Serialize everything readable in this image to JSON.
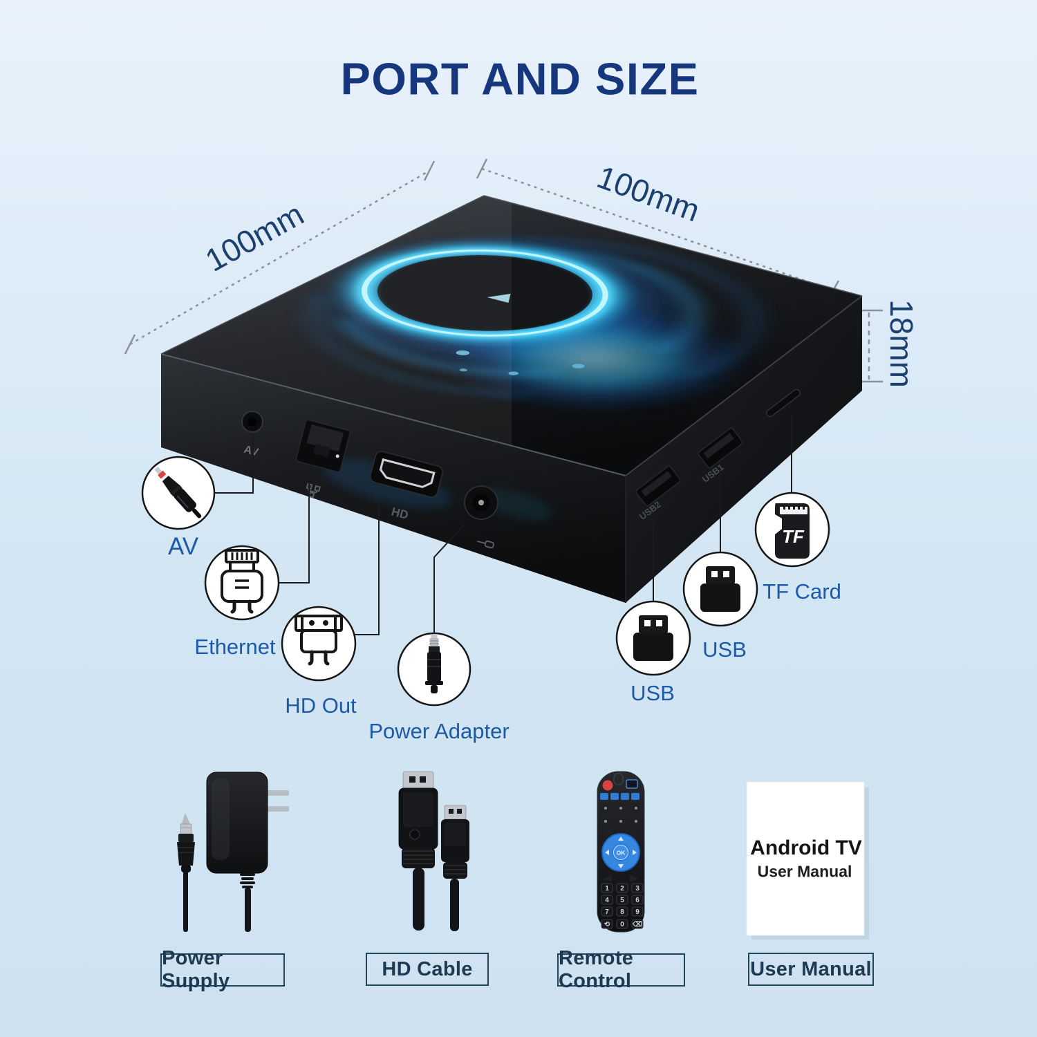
{
  "title": "PORT AND SIZE",
  "dimensions": {
    "left": "100mm",
    "right": "100mm",
    "height": "18mm"
  },
  "ports": {
    "av": {
      "label": "AV",
      "engraving": "AV"
    },
    "ethernet": {
      "label": "Ethernet"
    },
    "hd_out": {
      "label": "HD Out",
      "engraving": "HD"
    },
    "power": {
      "label": "Power Adapter"
    },
    "usb2": {
      "label": "USB",
      "engraving": "USB2"
    },
    "usb1": {
      "label": "USB",
      "engraving": "USB1"
    },
    "tf": {
      "label": "TF Card",
      "card_text": "TF"
    }
  },
  "accessories": {
    "power_supply": {
      "label": "Power Supply"
    },
    "hd_cable": {
      "label": "HD Cable"
    },
    "remote": {
      "label": "Remote Control",
      "ok": "OK",
      "keys": [
        "1",
        "2",
        "3",
        "4",
        "5",
        "6",
        "7",
        "8",
        "9",
        "⟲",
        "0",
        "⌫"
      ]
    },
    "manual": {
      "label": "User Manual",
      "cover_title": "Android TV",
      "cover_subtitle": "User Manual"
    }
  },
  "colors": {
    "background": "#d7e8f5",
    "title": "#16377e",
    "dimension_text": "#1c3f6e",
    "callout_label": "#1a5aa8",
    "accessory_label": "#1d3a52",
    "accessory_border": "#1f4556",
    "glow": "#35c8f5"
  }
}
